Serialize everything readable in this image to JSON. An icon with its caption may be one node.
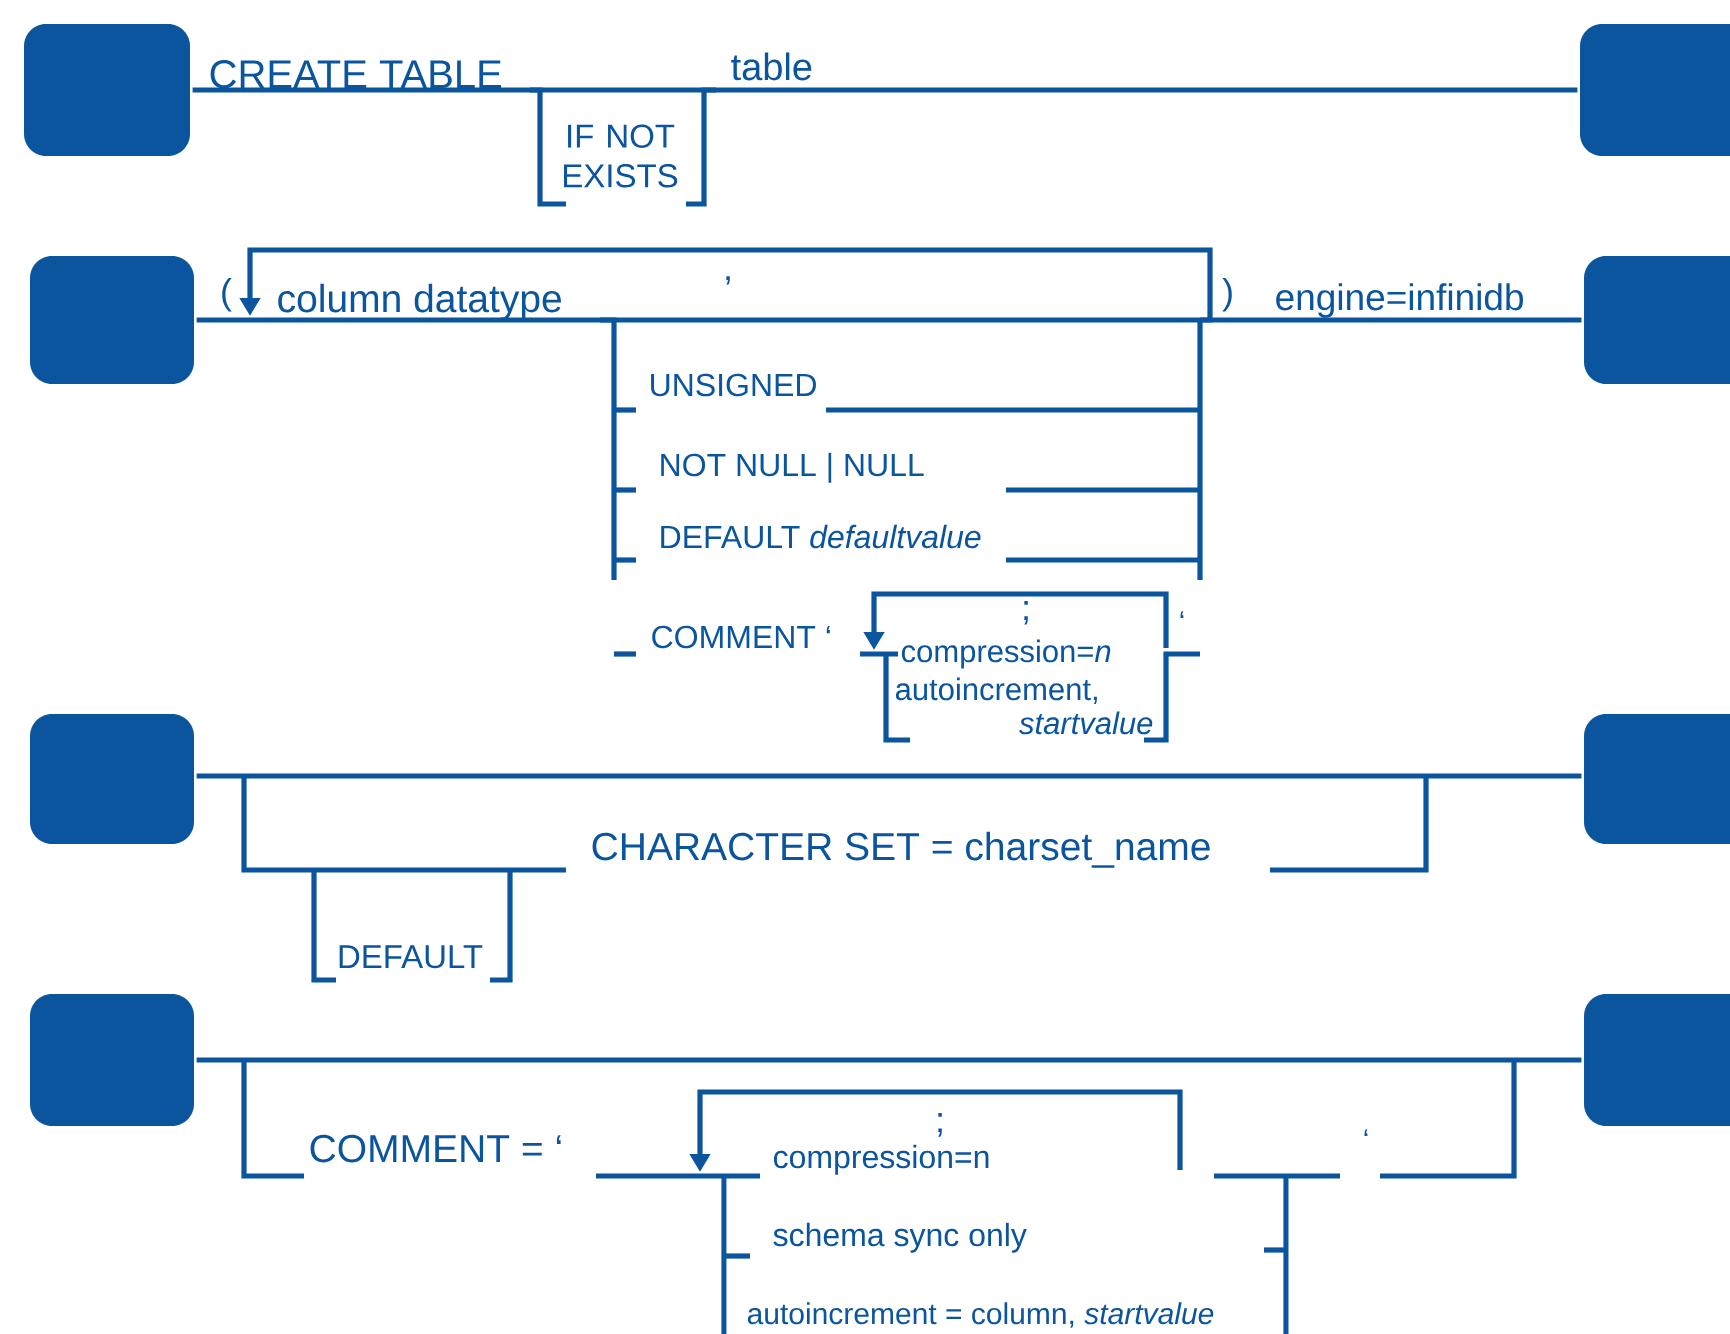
{
  "diagram": {
    "nodes": [
      {
        "text": [],
        "shape": "box"
      },
      {
        "text": [],
        "shape": "box"
      },
      {
        "text": [],
        "shape": "box"
      },
      {
        "text": [],
        "shape": "box"
      },
      {
        "text": [],
        "shape": "box"
      },
      {
        "text": [],
        "shape": "box"
      },
      {
        "text": [],
        "shape": "box"
      },
      {
        "text": [],
        "shape": "box"
      }
    ],
    "edges": [
      {
        "from": 0,
        "to": 1,
        "arrow": "none"
      },
      {
        "from": 2,
        "to": 3,
        "arrow": "none"
      },
      {
        "from": 4,
        "to": 5,
        "arrow": "none"
      },
      {
        "from": 6,
        "to": 7,
        "arrow": "none"
      }
    ],
    "labels": [
      "CREATE TABLE",
      "table",
      "IF NOT EXISTS",
      ",",
      "(",
      "column  datatype",
      ")",
      "engine=infinidb",
      "UNSIGNED",
      "NOT NULL | NULL",
      "DEFAULT *defaultvalue*",
      "COMMENT ‘",
      ";",
      "‘",
      "compression=*n*",
      "autoincrement,",
      "*startvalue*",
      "CHARACTER SET = charset_name",
      "DEFAULT",
      "COMMENT = ‘",
      ";",
      "compression=n",
      "‘",
      "schema sync only",
      "autoincrement = column, *startvalue*"
    ]
  }
}
